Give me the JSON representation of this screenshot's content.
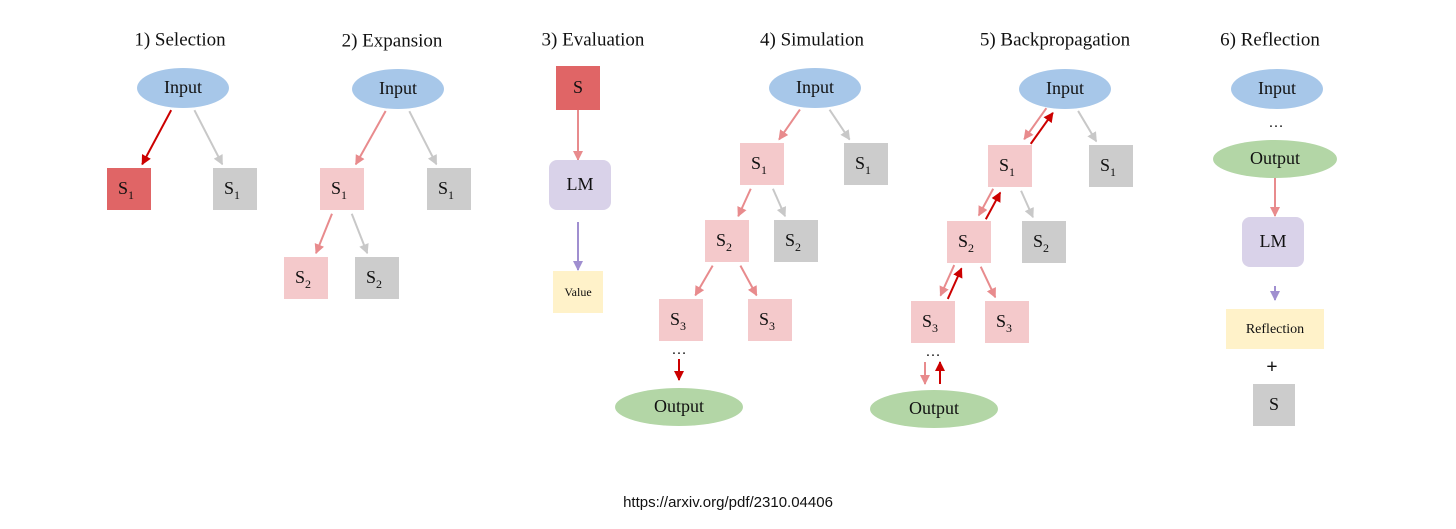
{
  "colors": {
    "input_ellipse": "#a7c7e9",
    "output_ellipse": "#b3d6a6",
    "node_selected": "#e06566",
    "node_pink": "#f4c9cb",
    "node_gray": "#cccccc",
    "lm_box": "#d9d2e9",
    "value_box": "#fff2c9",
    "arrow_red": "#cc0000",
    "arrow_pink": "#e88b8d",
    "arrow_gray": "#c8c8c8",
    "arrow_purple": "#a08fd0"
  },
  "source": "https://arxiv.org/pdf/2310.04406",
  "panels": [
    {
      "id": "selection",
      "title": "1) Selection",
      "nodes": [
        {
          "id": "input",
          "shape": "ellipse",
          "label": "Input",
          "fill": "input_ellipse"
        },
        {
          "id": "s1a",
          "shape": "box",
          "label": "S",
          "sub": "1",
          "fill": "node_selected"
        },
        {
          "id": "s1b",
          "shape": "box",
          "label": "S",
          "sub": "1",
          "fill": "node_gray"
        }
      ],
      "edges": [
        {
          "from": "input",
          "to": "s1a",
          "color": "arrow_red"
        },
        {
          "from": "input",
          "to": "s1b",
          "color": "arrow_gray"
        }
      ]
    },
    {
      "id": "expansion",
      "title": "2) Expansion",
      "nodes": [
        {
          "id": "input",
          "shape": "ellipse",
          "label": "Input",
          "fill": "input_ellipse"
        },
        {
          "id": "s1a",
          "shape": "box",
          "label": "S",
          "sub": "1",
          "fill": "node_pink"
        },
        {
          "id": "s1b",
          "shape": "box",
          "label": "S",
          "sub": "1",
          "fill": "node_gray"
        },
        {
          "id": "s2a",
          "shape": "box",
          "label": "S",
          "sub": "2",
          "fill": "node_pink"
        },
        {
          "id": "s2b",
          "shape": "box",
          "label": "S",
          "sub": "2",
          "fill": "node_gray"
        }
      ],
      "edges": [
        {
          "from": "input",
          "to": "s1a",
          "color": "arrow_pink"
        },
        {
          "from": "input",
          "to": "s1b",
          "color": "arrow_gray"
        },
        {
          "from": "s1a",
          "to": "s2a",
          "color": "arrow_pink"
        },
        {
          "from": "s1a",
          "to": "s2b",
          "color": "arrow_gray"
        }
      ]
    },
    {
      "id": "evaluation",
      "title": "3) Evaluation",
      "nodes": [
        {
          "id": "s",
          "shape": "box",
          "label": "S",
          "fill": "node_selected"
        },
        {
          "id": "lm",
          "shape": "rounded",
          "label": "LM",
          "fill": "lm_box"
        },
        {
          "id": "value",
          "shape": "box",
          "label": "Value",
          "fill": "value_box",
          "small": true
        }
      ],
      "edges": [
        {
          "from": "s",
          "to": "lm",
          "color": "arrow_pink"
        },
        {
          "from": "lm",
          "to": "value",
          "color": "arrow_purple"
        }
      ]
    },
    {
      "id": "simulation",
      "title": "4) Simulation",
      "nodes": [
        {
          "id": "input",
          "shape": "ellipse",
          "label": "Input",
          "fill": "input_ellipse"
        },
        {
          "id": "s1a",
          "shape": "box",
          "label": "S",
          "sub": "1",
          "fill": "node_pink"
        },
        {
          "id": "s1b",
          "shape": "box",
          "label": "S",
          "sub": "1",
          "fill": "node_gray"
        },
        {
          "id": "s2a",
          "shape": "box",
          "label": "S",
          "sub": "2",
          "fill": "node_pink"
        },
        {
          "id": "s2b",
          "shape": "box",
          "label": "S",
          "sub": "2",
          "fill": "node_gray"
        },
        {
          "id": "s3a",
          "shape": "box",
          "label": "S",
          "sub": "3",
          "fill": "node_pink"
        },
        {
          "id": "s3b",
          "shape": "box",
          "label": "S",
          "sub": "3",
          "fill": "node_pink"
        },
        {
          "id": "dots",
          "shape": "text",
          "label": "…"
        },
        {
          "id": "output",
          "shape": "ellipse",
          "label": "Output",
          "fill": "output_ellipse"
        }
      ],
      "edges": [
        {
          "from": "input",
          "to": "s1a",
          "color": "arrow_pink"
        },
        {
          "from": "input",
          "to": "s1b",
          "color": "arrow_gray"
        },
        {
          "from": "s1a",
          "to": "s2a",
          "color": "arrow_pink"
        },
        {
          "from": "s1a",
          "to": "s2b",
          "color": "arrow_gray"
        },
        {
          "from": "s2a",
          "to": "s3a",
          "color": "arrow_pink"
        },
        {
          "from": "s2a",
          "to": "s3b",
          "color": "arrow_pink"
        },
        {
          "from": "dots",
          "to": "output",
          "color": "arrow_red"
        }
      ]
    },
    {
      "id": "backpropagation",
      "title": "5) Backpropagation",
      "nodes": [
        {
          "id": "input",
          "shape": "ellipse",
          "label": "Input",
          "fill": "input_ellipse"
        },
        {
          "id": "s1a",
          "shape": "box",
          "label": "S",
          "sub": "1",
          "fill": "node_pink"
        },
        {
          "id": "s1b",
          "shape": "box",
          "label": "S",
          "sub": "1",
          "fill": "node_gray"
        },
        {
          "id": "s2a",
          "shape": "box",
          "label": "S",
          "sub": "2",
          "fill": "node_pink"
        },
        {
          "id": "s2b",
          "shape": "box",
          "label": "S",
          "sub": "2",
          "fill": "node_gray"
        },
        {
          "id": "s3a",
          "shape": "box",
          "label": "S",
          "sub": "3",
          "fill": "node_pink"
        },
        {
          "id": "s3b",
          "shape": "box",
          "label": "S",
          "sub": "3",
          "fill": "node_pink"
        },
        {
          "id": "dots",
          "shape": "text",
          "label": "…"
        },
        {
          "id": "output",
          "shape": "ellipse",
          "label": "Output",
          "fill": "output_ellipse"
        }
      ],
      "edges": [
        {
          "from": "input",
          "to": "s1a",
          "color": "arrow_pink"
        },
        {
          "from": "s1a",
          "to": "input",
          "color": "arrow_red"
        },
        {
          "from": "input",
          "to": "s1b",
          "color": "arrow_gray"
        },
        {
          "from": "s1a",
          "to": "s2a",
          "color": "arrow_pink"
        },
        {
          "from": "s2a",
          "to": "s1a",
          "color": "arrow_red"
        },
        {
          "from": "s1a",
          "to": "s2b",
          "color": "arrow_gray"
        },
        {
          "from": "s2a",
          "to": "s3a",
          "color": "arrow_pink"
        },
        {
          "from": "s3a",
          "to": "s2a",
          "color": "arrow_red"
        },
        {
          "from": "s2a",
          "to": "s3b",
          "color": "arrow_pink"
        },
        {
          "from": "dots",
          "to": "output",
          "color": "arrow_pink"
        },
        {
          "from": "output",
          "to": "dots",
          "color": "arrow_red"
        }
      ]
    },
    {
      "id": "reflection",
      "title": "6) Reflection",
      "nodes": [
        {
          "id": "input",
          "shape": "ellipse",
          "label": "Input",
          "fill": "input_ellipse"
        },
        {
          "id": "dots",
          "shape": "text",
          "label": "…"
        },
        {
          "id": "output",
          "shape": "ellipse",
          "label": "Output",
          "fill": "output_ellipse"
        },
        {
          "id": "lm",
          "shape": "rounded",
          "label": "LM",
          "fill": "lm_box"
        },
        {
          "id": "reflection",
          "shape": "box",
          "label": "Reflection",
          "fill": "value_box",
          "small": true
        },
        {
          "id": "plus",
          "shape": "text",
          "label": "+",
          "bold": true
        },
        {
          "id": "s",
          "shape": "box",
          "label": "S",
          "fill": "node_gray"
        }
      ],
      "edges": [
        {
          "from": "output",
          "to": "lm",
          "color": "arrow_pink"
        },
        {
          "from": "lm",
          "to": "reflection",
          "color": "arrow_purple"
        }
      ]
    }
  ]
}
